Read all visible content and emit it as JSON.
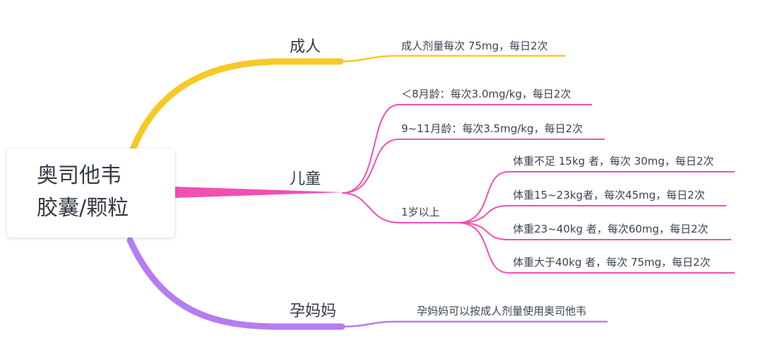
{
  "root": {
    "line1": "奥司他韦",
    "line2": "胶囊/颗粒"
  },
  "branches": {
    "adult": {
      "label": "成人",
      "color": "#f7c925",
      "items": [
        "成人剂量每次 75mg，每日2次"
      ]
    },
    "child": {
      "label": "儿童",
      "color": "#f24fb3",
      "items": [
        "＜8月龄：每次3.0mg/kg，每日2次",
        "9~11月龄：每次3.5mg/kg，每日2次",
        "1岁以上"
      ],
      "over_one": [
        "体重不足 15kg 者，每次 30mg，每日2次",
        "体重15~23kg者，每次45mg，每日2次",
        "体重23~40kg 者，每次60mg，每日2次",
        "体重大于40kg 者，每次 75mg，每日2次"
      ]
    },
    "pregnant": {
      "label": "孕妈妈",
      "color": "#b57df0",
      "items": [
        "孕妈妈可以按成人剂量使用奥司他韦"
      ]
    }
  }
}
